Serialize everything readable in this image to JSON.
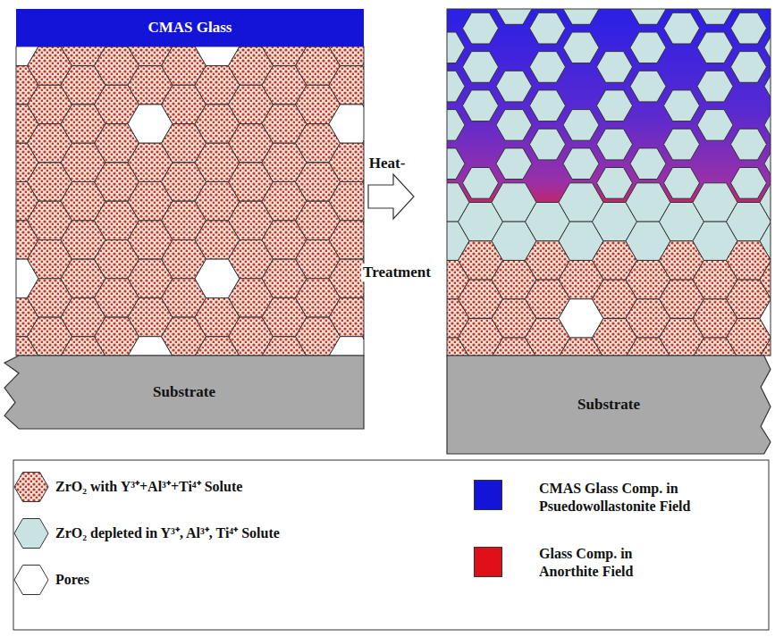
{
  "diagram": {
    "nodes": [
      {
        "text": [
          "CMAS Glass"
        ]
      },
      {
        "text": [
          "Substrate"
        ]
      },
      {
        "text": [
          "Substrate"
        ]
      }
    ],
    "labels": [
      "Heat-",
      "Treatment"
    ],
    "legend": [
      {
        "text": "ZrO₂ with Y³⁺+Al³⁺+Ti⁴⁺ Solute"
      },
      {
        "text": "ZrO₂ depleted in Y³⁺, Al³⁺, Ti⁴⁺ Solute"
      },
      {
        "text": "Pores"
      },
      {
        "text": "CMAS Glass Comp. in Psuedowollastonite Field",
        "color": "#1414d8"
      },
      {
        "text": "Glass Comp. in Anorthite Field",
        "color": "#e0101a"
      }
    ]
  }
}
